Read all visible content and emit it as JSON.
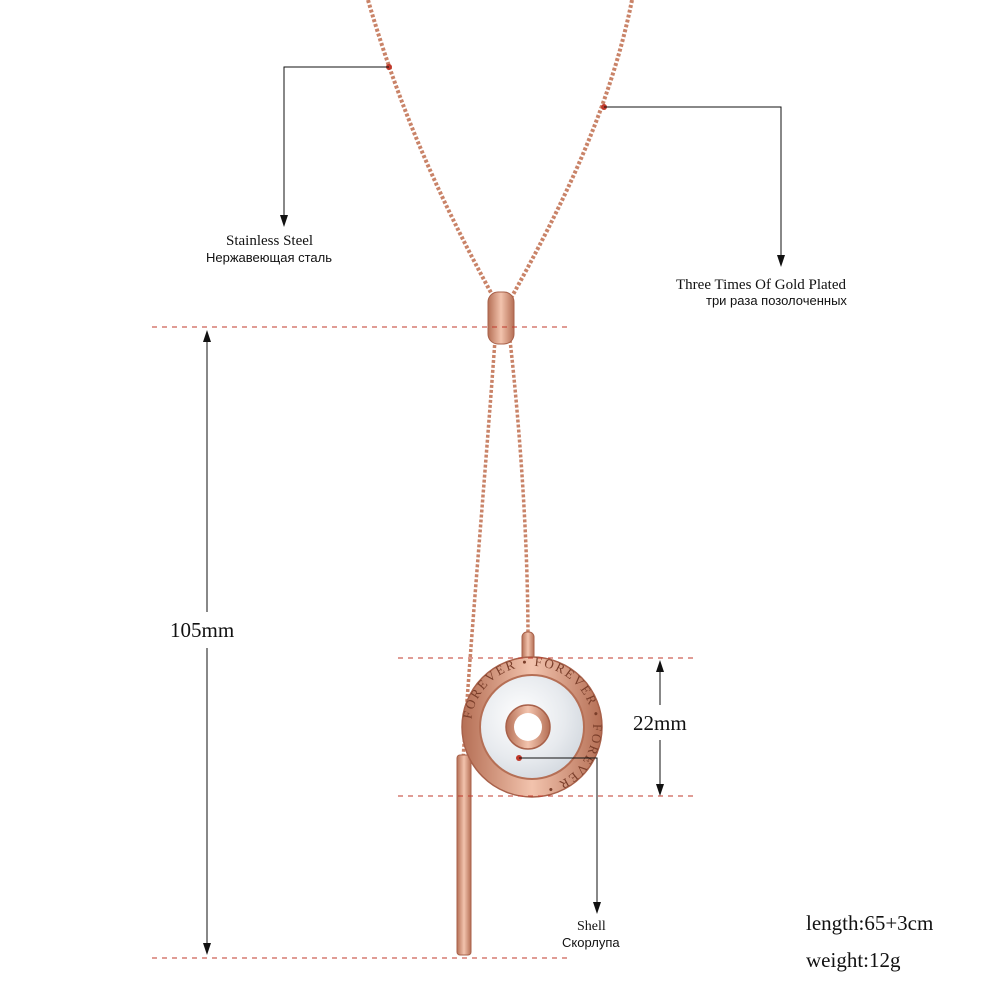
{
  "labels": {
    "stainless_en": "Stainless Steel",
    "stainless_ru": "Нержавеющая сталь",
    "gold_en": "Three Times Of Gold Plated",
    "gold_ru": "три раза позолоченных",
    "shell_en": "Shell",
    "shell_ru": "Скорлупа",
    "drop_length": "105mm",
    "pendant_diameter": "22mm"
  },
  "specs": {
    "length": "length:65+3cm",
    "weight": "weight:12g"
  },
  "pendant_engraving": "FOREVER • FOREVER • FOREVER •",
  "colors": {
    "rose_gold": "#d9957a",
    "rose_gold_dark": "#b56f55",
    "shell": "#eef0f2",
    "guide_red": "#c0392b",
    "pointer_dot": "#c0392b"
  }
}
